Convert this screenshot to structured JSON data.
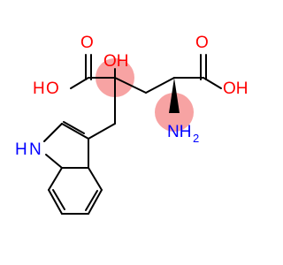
{
  "molecule": {
    "atoms": {
      "oxygen": "O",
      "hydroxyl_h": "H",
      "hydroxyl_o": "O",
      "oh_label": "OH",
      "indole_nh": "H",
      "indole_n": "N",
      "amino": "NH",
      "amino_subscript": "2"
    }
  },
  "colors": {
    "oxygen": "#ff0000",
    "nitrogen": "#0000ff",
    "carbon": "#000000",
    "highlight": "#f7a3a3"
  }
}
